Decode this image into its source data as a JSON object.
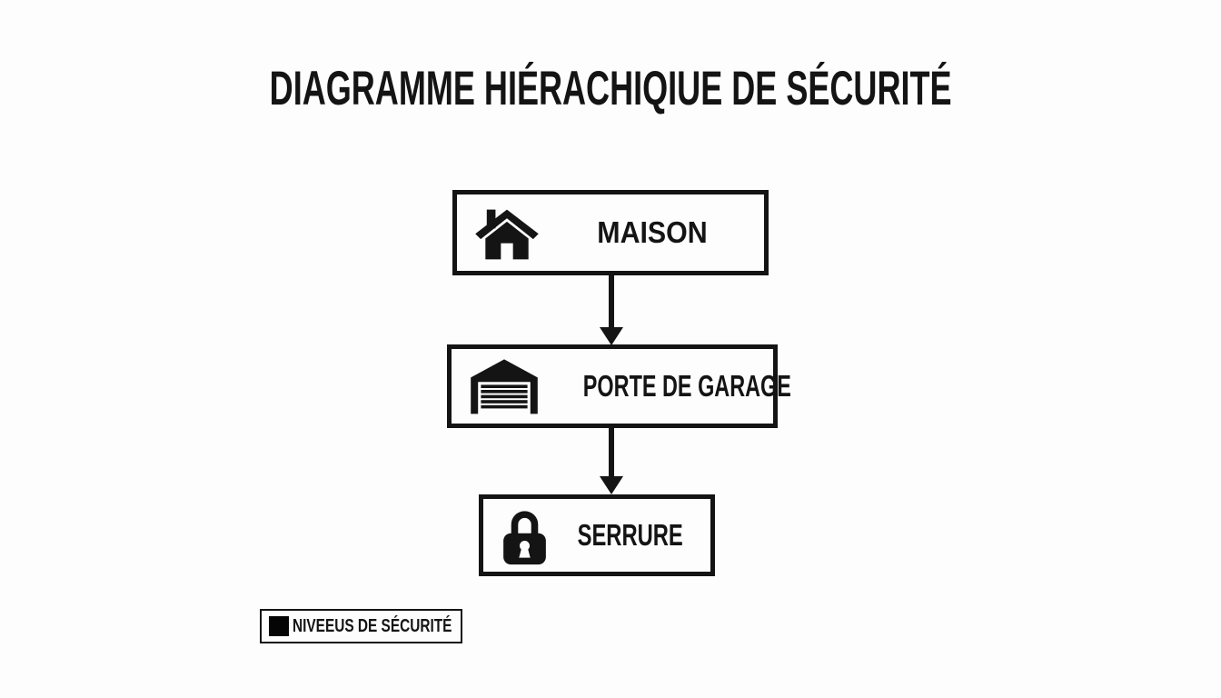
{
  "title": "DIAGRAMME HIÉRACHIQIUE DE SÉCURITÉ",
  "diagram": {
    "type": "vertical-hierarchy-flowchart",
    "nodes": [
      {
        "id": "maison",
        "label": "MAISON",
        "icon": "house-icon"
      },
      {
        "id": "porte-de-garage",
        "label": "PORTE DE GARAGE",
        "icon": "garage-door-icon"
      },
      {
        "id": "serrure",
        "label": "SERRURE",
        "icon": "padlock-icon"
      }
    ],
    "connections": [
      {
        "from": "maison",
        "to": "porte-de-garage",
        "style": "solid-arrow-down"
      },
      {
        "from": "porte-de-garage",
        "to": "serrure",
        "style": "solid-arrow-down"
      }
    ]
  },
  "legend": {
    "swatch": "black-square",
    "swatch_color": "#050505",
    "label": "NIVEEUS DE SÉCURITÉ"
  },
  "colors": {
    "background": "#fdfdfd",
    "ink": "#141414",
    "box_border": "#141414"
  }
}
